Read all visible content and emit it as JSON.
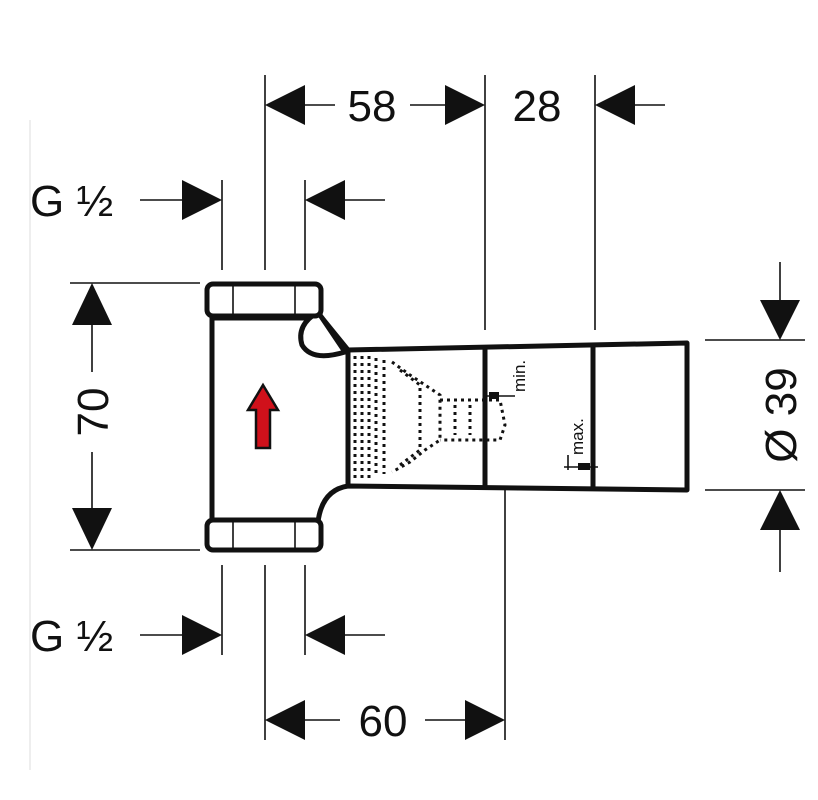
{
  "title": "Technical dimension drawing of a concealed valve body",
  "dimensions": {
    "top_left": "58",
    "top_right": "28",
    "thread_top": "G ½",
    "thread_bottom": "G ½",
    "height": "70",
    "diameter": "Ø 39",
    "bottom": "60"
  },
  "annotations": {
    "min": "min.",
    "max": "max."
  },
  "colors": {
    "line": "#111111",
    "flow_arrow": "#d0111b"
  }
}
